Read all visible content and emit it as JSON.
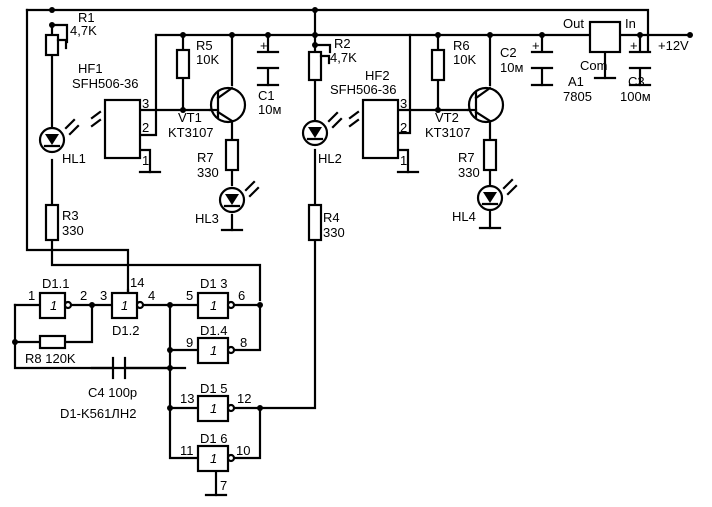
{
  "labels": {
    "R1": "R1",
    "R1v": "4,7K",
    "R2": "R2",
    "R2v": "4,7K",
    "R3": "R3",
    "R3v": "330",
    "R4": "R4",
    "R4v": "330",
    "R5": "R5",
    "R5v": "10K",
    "R6": "R6",
    "R6v": "10K",
    "R7a": "R7",
    "R7av": "330",
    "R7b": "R7",
    "R7bv": "330",
    "R8": "R8 120K",
    "HF1": "HF1",
    "HF1v": "SFH506-36",
    "HF2": "HF2",
    "HF2v": "SFH506-36",
    "VT1": "VT1",
    "VT1v": "KT3107",
    "VT2": "VT2",
    "VT2v": "KT3107",
    "C1": "C1",
    "C1v": "10м",
    "C2": "C2",
    "C2v": "10м",
    "C3": "C3",
    "C3v": "100м",
    "C4": "C4 100p",
    "A1": "A1",
    "A1v": "7805",
    "out": "Out",
    "in": "In",
    "com": "Com",
    "supply": "+12V",
    "HL1": "HL1",
    "HL2": "HL2",
    "HL3": "HL3",
    "HL4": "HL4",
    "D11": "D1.1",
    "D12": "D1.2",
    "D13": "D1 3",
    "D14": "D1.4",
    "D15": "D1 5",
    "D16": "D1 6",
    "D1part": "D1-K561ЛН2",
    "gate": "1",
    "plus": "+",
    "p1": "1",
    "p2": "2",
    "p3": "3",
    "p4": "4",
    "p5": "5",
    "p6": "6",
    "p7": "7",
    "p8": "8",
    "p9": "9",
    "p10": "10",
    "p11": "11",
    "p12": "12",
    "p13": "13",
    "p14": "14"
  }
}
